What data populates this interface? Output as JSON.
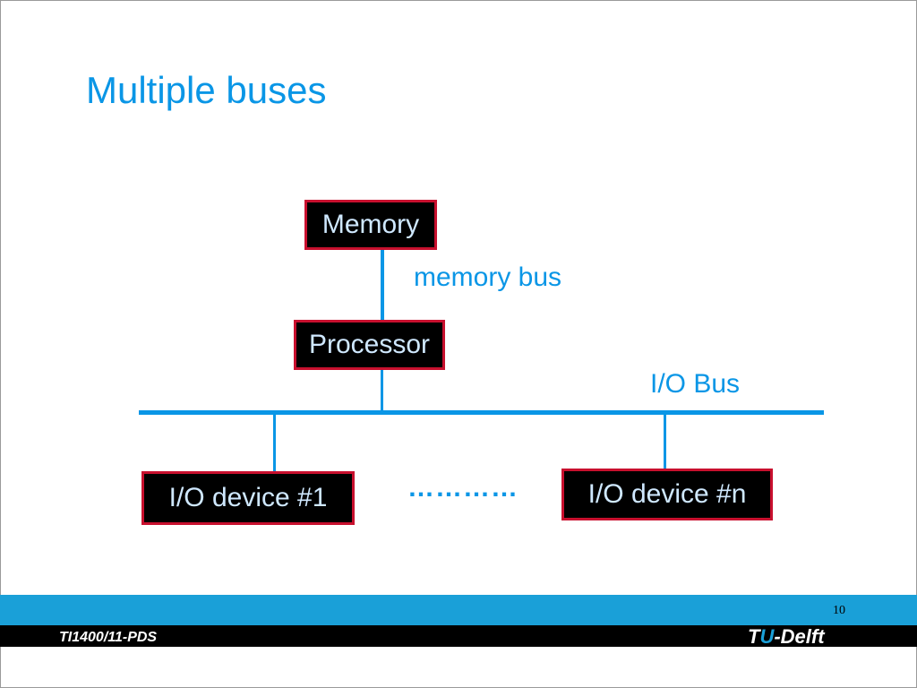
{
  "slide": {
    "title": "Multiple buses"
  },
  "diagram": {
    "nodes": {
      "memory": "Memory",
      "processor": "Processor",
      "io_device_1": "I/O device #1",
      "io_device_n": "I/O device #n"
    },
    "labels": {
      "memory_bus": "memory bus",
      "io_bus": "I/O Bus",
      "ellipsis": "…………"
    },
    "colors": {
      "bus": "#0a96e6",
      "box_fill": "#000000",
      "box_border": "#c8102e",
      "box_text": "#cfe8ff"
    }
  },
  "footer": {
    "page_number": "10",
    "course": "TI1400/11-PDS",
    "logo_parts": [
      "T",
      "U",
      "-Delft"
    ]
  }
}
